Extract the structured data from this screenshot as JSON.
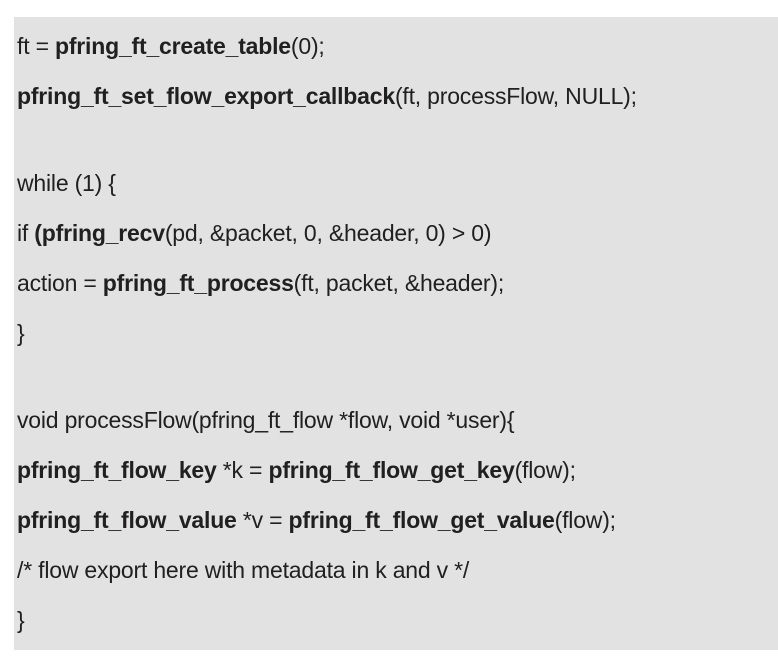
{
  "page": {
    "background_color": "#ffffff"
  },
  "code_block": {
    "background_color": "#e3e2e2",
    "text_color": "#202020",
    "language_hint": "c",
    "lines": [
      {
        "segments": [
          {
            "text": "ft = ",
            "bold": false
          },
          {
            "text": "pfring_ft_create_table",
            "bold": true
          },
          {
            "text": "(0);",
            "bold": false
          }
        ]
      },
      {
        "segments": [
          {
            "text": "pfring_ft_set_flow_export_callback",
            "bold": true
          },
          {
            "text": "(ft, processFlow, NULL);",
            "bold": false
          }
        ]
      },
      {
        "segments": []
      },
      {
        "segments": [
          {
            "text": "while (1) {",
            "bold": false
          }
        ]
      },
      {
        "segments": [
          {
            "text": "if ",
            "bold": false
          },
          {
            "text": "(pfring_recv",
            "bold": true
          },
          {
            "text": "(pd, &packet, 0, &header, 0) > 0)",
            "bold": false
          }
        ]
      },
      {
        "segments": [
          {
            "text": "action = ",
            "bold": false
          },
          {
            "text": "pfring_ft_process",
            "bold": true
          },
          {
            "text": "(ft, packet, &header);",
            "bold": false
          }
        ]
      },
      {
        "segments": [
          {
            "text": "}",
            "bold": false
          }
        ]
      },
      {
        "segments": []
      },
      {
        "segments": [
          {
            "text": "void processFlow(pfring_ft_flow *flow, void *user){",
            "bold": false
          }
        ]
      },
      {
        "segments": [
          {
            "text": "pfring_ft_flow_key",
            "bold": true
          },
          {
            "text": " *k = ",
            "bold": false
          },
          {
            "text": "pfring_ft_flow_get_key",
            "bold": true
          },
          {
            "text": "(flow);",
            "bold": false
          }
        ]
      },
      {
        "segments": [
          {
            "text": "pfring_ft_flow_value",
            "bold": true
          },
          {
            "text": " *v = ",
            "bold": false
          },
          {
            "text": "pfring_ft_flow_get_value",
            "bold": true
          },
          {
            "text": "(flow);",
            "bold": false
          }
        ]
      },
      {
        "segments": [
          {
            "text": "/* flow export here with metadata in k and v */",
            "bold": false
          }
        ]
      },
      {
        "segments": [
          {
            "text": "}",
            "bold": false
          }
        ]
      }
    ]
  }
}
